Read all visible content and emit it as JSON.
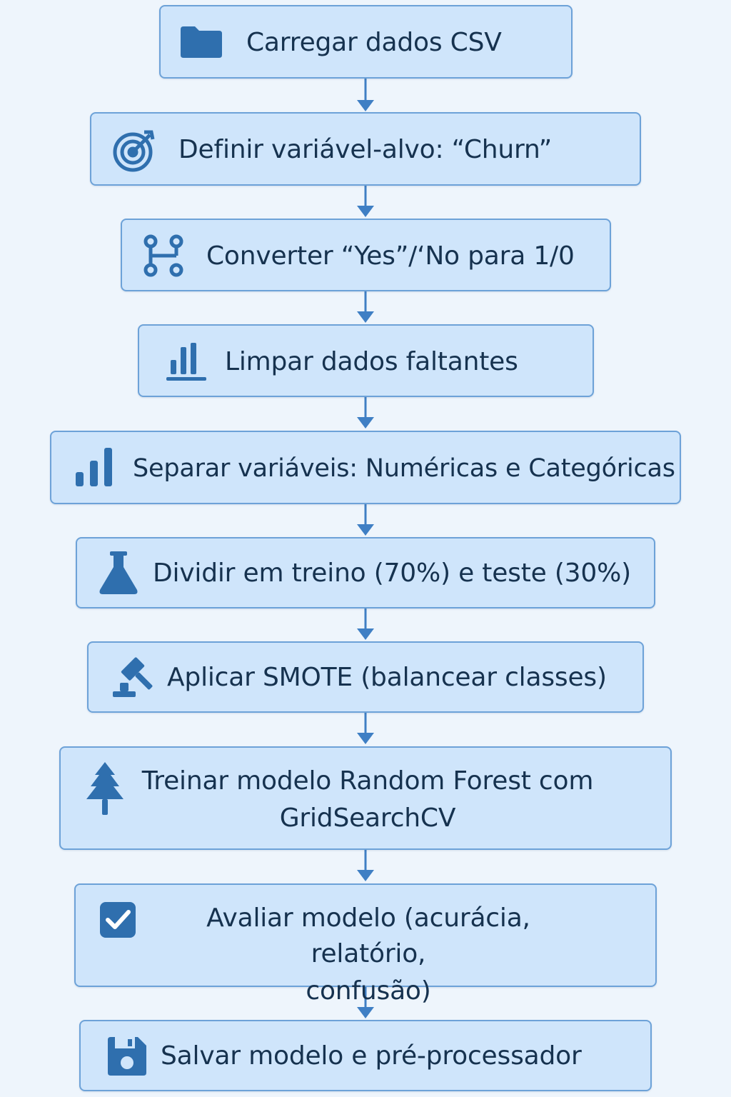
{
  "steps": [
    {
      "icon": "folder-icon",
      "label": "Carregar dados CSV"
    },
    {
      "icon": "target-icon",
      "label": "Definir variável-alvo: “Churn”"
    },
    {
      "icon": "git-branch-icon",
      "label": "Converter “Yes”/‘No para 1/0"
    },
    {
      "icon": "bar-chart-icon",
      "label": "Limpar dados faltantes"
    },
    {
      "icon": "signal-bars-icon",
      "label": "Separar variáveis: Numéricas e Categóricas"
    },
    {
      "icon": "flask-icon",
      "label": "Dividir em treino (70%) e teste (30%)"
    },
    {
      "icon": "gavel-icon",
      "label": "Aplicar SMOTE (balancear classes)"
    },
    {
      "icon": "tree-icon",
      "label_line1": "Treinar modelo Random Forest com",
      "label_line2": "GridSearchCV"
    },
    {
      "icon": "checkbox-icon",
      "label_line1": "Avaliar modelo (acurácia, relatório,",
      "label_line2": "confusão)"
    },
    {
      "icon": "save-icon",
      "label": "Salvar modelo e pré-processador"
    }
  ],
  "colors": {
    "box_fill": "#cfe5fb",
    "box_border": "#6da2d8",
    "arrow": "#3f7fc4",
    "icon": "#2f6fae",
    "text": "#16324f",
    "background": "#eef5fc"
  }
}
